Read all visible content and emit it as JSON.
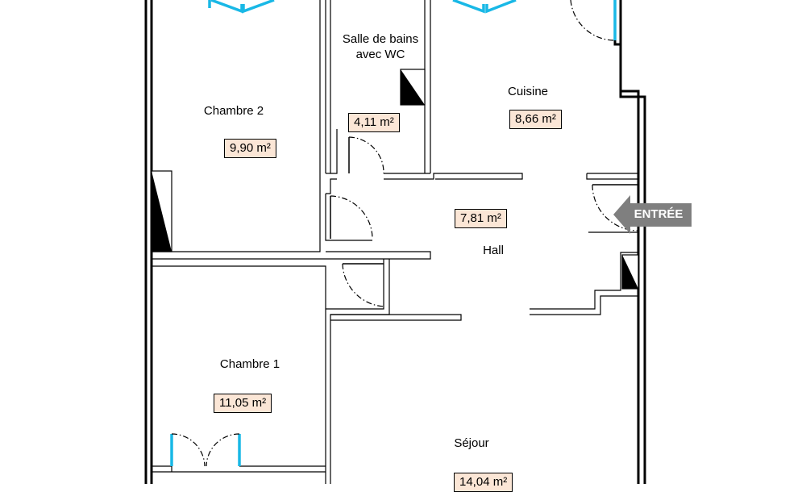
{
  "rooms": {
    "chambre2": {
      "name": "Chambre 2",
      "area": "9,90 m²"
    },
    "sdb": {
      "name_line1": "Salle de bains",
      "name_line2": "avec WC",
      "area": "4,11 m²"
    },
    "cuisine": {
      "name": "Cuisine",
      "area": "8,66 m²"
    },
    "hall": {
      "name": "Hall",
      "area": "7,81 m²"
    },
    "chambre1": {
      "name": "Chambre 1",
      "area": "11,05 m²"
    },
    "sejour": {
      "name": "Séjour",
      "area": "14,04 m²"
    }
  },
  "entrance": {
    "label": "ENTRÉE",
    "color": "#7f7f7f"
  },
  "colors": {
    "window": "#19b8e6",
    "area_tag": "#fbe6d6"
  }
}
